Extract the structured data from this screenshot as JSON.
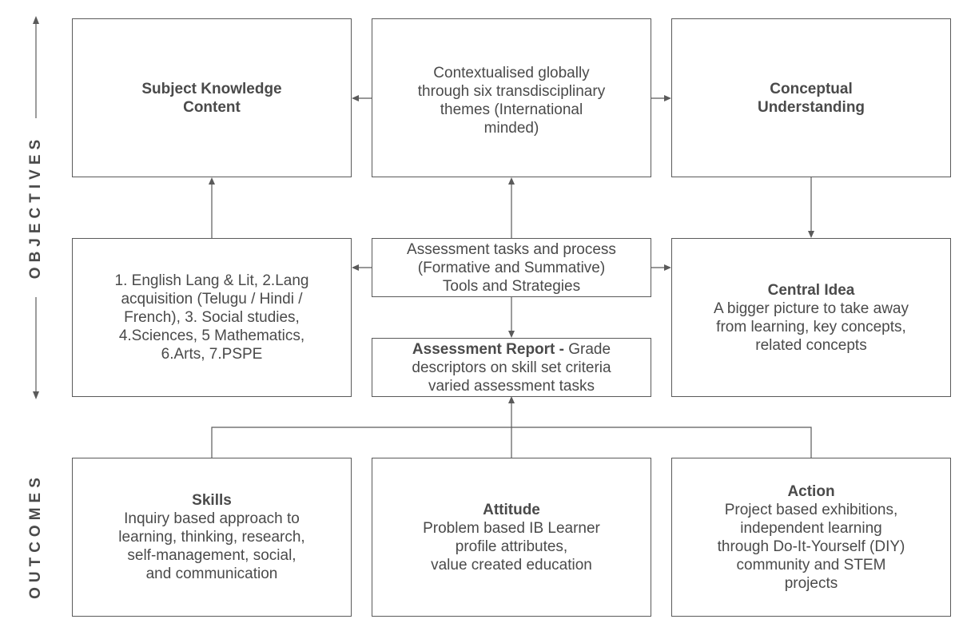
{
  "colors": {
    "text": "#4a4a4a",
    "line": "#5a5a5a",
    "background": "#ffffff"
  },
  "labels": {
    "objectives": "OBJECTIVES",
    "outcomes": "OUTCOMES"
  },
  "boxes": {
    "subject_knowledge": {
      "title": "Subject Knowledge\nContent"
    },
    "contextualised": {
      "text": "Contextualised globally\nthrough six transdisciplinary\nthemes (International\nminded)"
    },
    "conceptual": {
      "title": "Conceptual\nUnderstanding"
    },
    "subjects_list": {
      "text": "1. English Lang & Lit, 2.Lang\nacquisition (Telugu / Hindi /\nFrench), 3. Social studies,\n4.Sciences, 5 Mathematics,\n6.Arts, 7.PSPE"
    },
    "assessment_tasks": {
      "text": "Assessment tasks and process\n(Formative and Summative)\nTools and Strategies"
    },
    "central_idea": {
      "title": "Central Idea",
      "text": "A bigger picture to take away\nfrom learning, key concepts,\nrelated concepts"
    },
    "assessment_report": {
      "title": "Assessment Report -",
      "text_inline": " Grade",
      "text": "descriptors on skill set criteria\nvaried assessment tasks"
    },
    "skills": {
      "title": "Skills",
      "text": "Inquiry based approach to\nlearning, thinking, research,\nself-management, social,\nand communication"
    },
    "attitude": {
      "title": "Attitude",
      "text": "Problem based IB Learner\nprofile attributes,\nvalue created education"
    },
    "action": {
      "title": "Action",
      "text": "Project based exhibitions,\nindependent learning\nthrough Do-It-Yourself (DIY)\ncommunity and STEM\nprojects"
    }
  }
}
